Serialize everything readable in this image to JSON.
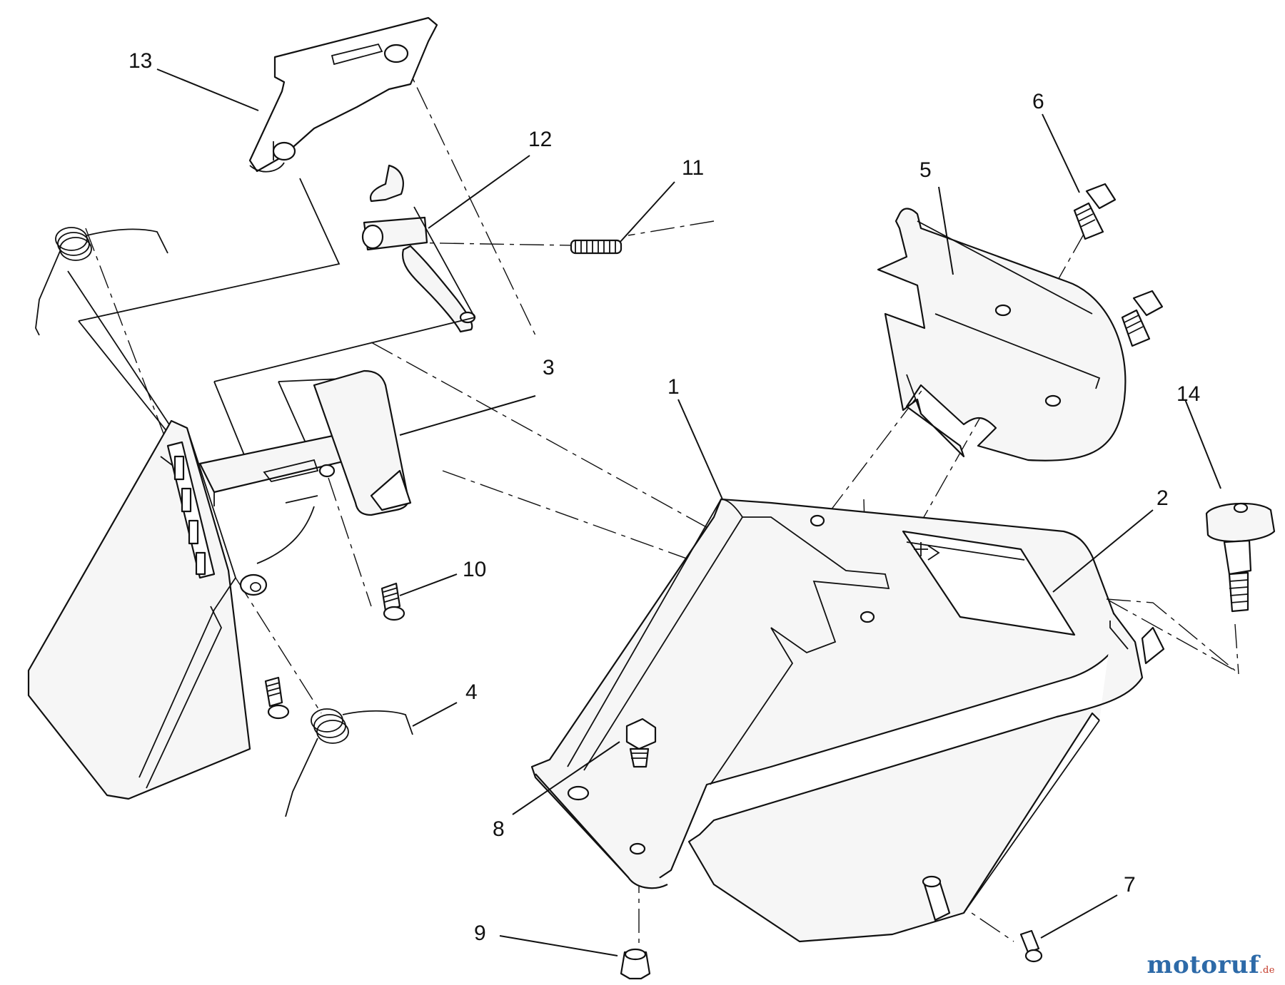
{
  "diagram": {
    "callouts": [
      "1",
      "2",
      "3",
      "4",
      "5",
      "6",
      "7",
      "8",
      "9",
      "10",
      "11",
      "12",
      "13",
      "14"
    ]
  },
  "watermark": {
    "brand": "motoruf",
    "suffix": ".de"
  }
}
